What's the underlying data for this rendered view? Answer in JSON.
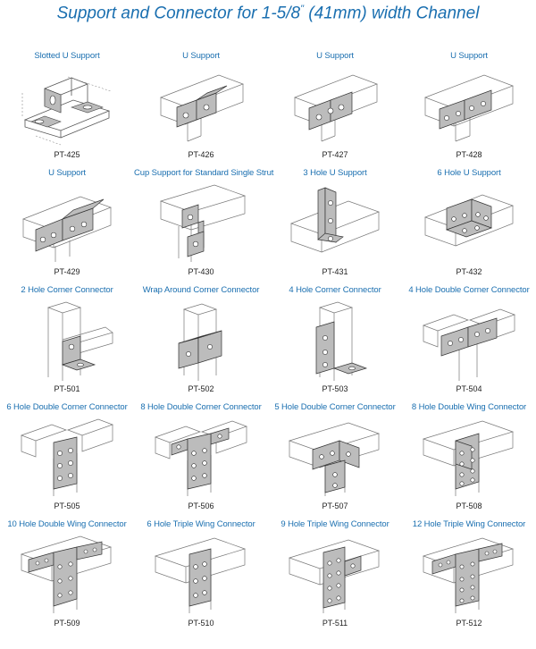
{
  "title": {
    "prefix": "Support and Connector for 1-5/8",
    "inch_mark": "\"",
    "suffix": " (41mm) width Channel"
  },
  "rows": [
    [
      {
        "name": "Slotted U Support",
        "code": "PT-425",
        "icon": "slotted-u-support-icon"
      },
      {
        "name": "U Support",
        "code": "PT-426",
        "icon": "u-support-icon"
      },
      {
        "name": "U Support",
        "code": "PT-427",
        "icon": "u-support-icon"
      },
      {
        "name": "U Support",
        "code": "PT-428",
        "icon": "u-support-icon"
      }
    ],
    [
      {
        "name": "U Support",
        "code": "PT-429",
        "icon": "u-support-icon"
      },
      {
        "name": "Cup Support for Standard Single Strut",
        "code": "PT-430",
        "icon": "cup-support-icon"
      },
      {
        "name": "3 Hole U Support",
        "code": "PT-431",
        "icon": "u-support-icon"
      },
      {
        "name": "6 Hole U Support",
        "code": "PT-432",
        "icon": "u-support-icon"
      }
    ],
    [
      {
        "name": "2 Hole Corner Connector",
        "code": "PT-501",
        "icon": "corner-connector-icon"
      },
      {
        "name": "Wrap Around Corner Connector",
        "code": "PT-502",
        "icon": "wrap-corner-connector-icon"
      },
      {
        "name": "4 Hole Corner Connector",
        "code": "PT-503",
        "icon": "corner-connector-icon"
      },
      {
        "name": "4 Hole Double Corner Connector",
        "code": "PT-504",
        "icon": "double-corner-connector-icon"
      }
    ],
    [
      {
        "name": "6 Hole Double Corner Connector",
        "code": "PT-505",
        "icon": "double-corner-connector-icon"
      },
      {
        "name": "8 Hole Double Corner Connector",
        "code": "PT-506",
        "icon": "double-corner-connector-icon"
      },
      {
        "name": "5 Hole Double Corner Connector",
        "code": "PT-507",
        "icon": "double-corner-connector-icon"
      },
      {
        "name": "8 Hole Double Wing Connector",
        "code": "PT-508",
        "icon": "wing-connector-icon"
      }
    ],
    [
      {
        "name": "10 Hole Double Wing Connector",
        "code": "PT-509",
        "icon": "wing-connector-icon"
      },
      {
        "name": "6 Hole Triple Wing Connector",
        "code": "PT-510",
        "icon": "triple-wing-connector-icon"
      },
      {
        "name": "9 Hole Triple Wing Connector",
        "code": "PT-511",
        "icon": "triple-wing-connector-icon"
      },
      {
        "name": "12 Hole Triple Wing Connector",
        "code": "PT-512",
        "icon": "triple-wing-connector-icon"
      }
    ]
  ]
}
